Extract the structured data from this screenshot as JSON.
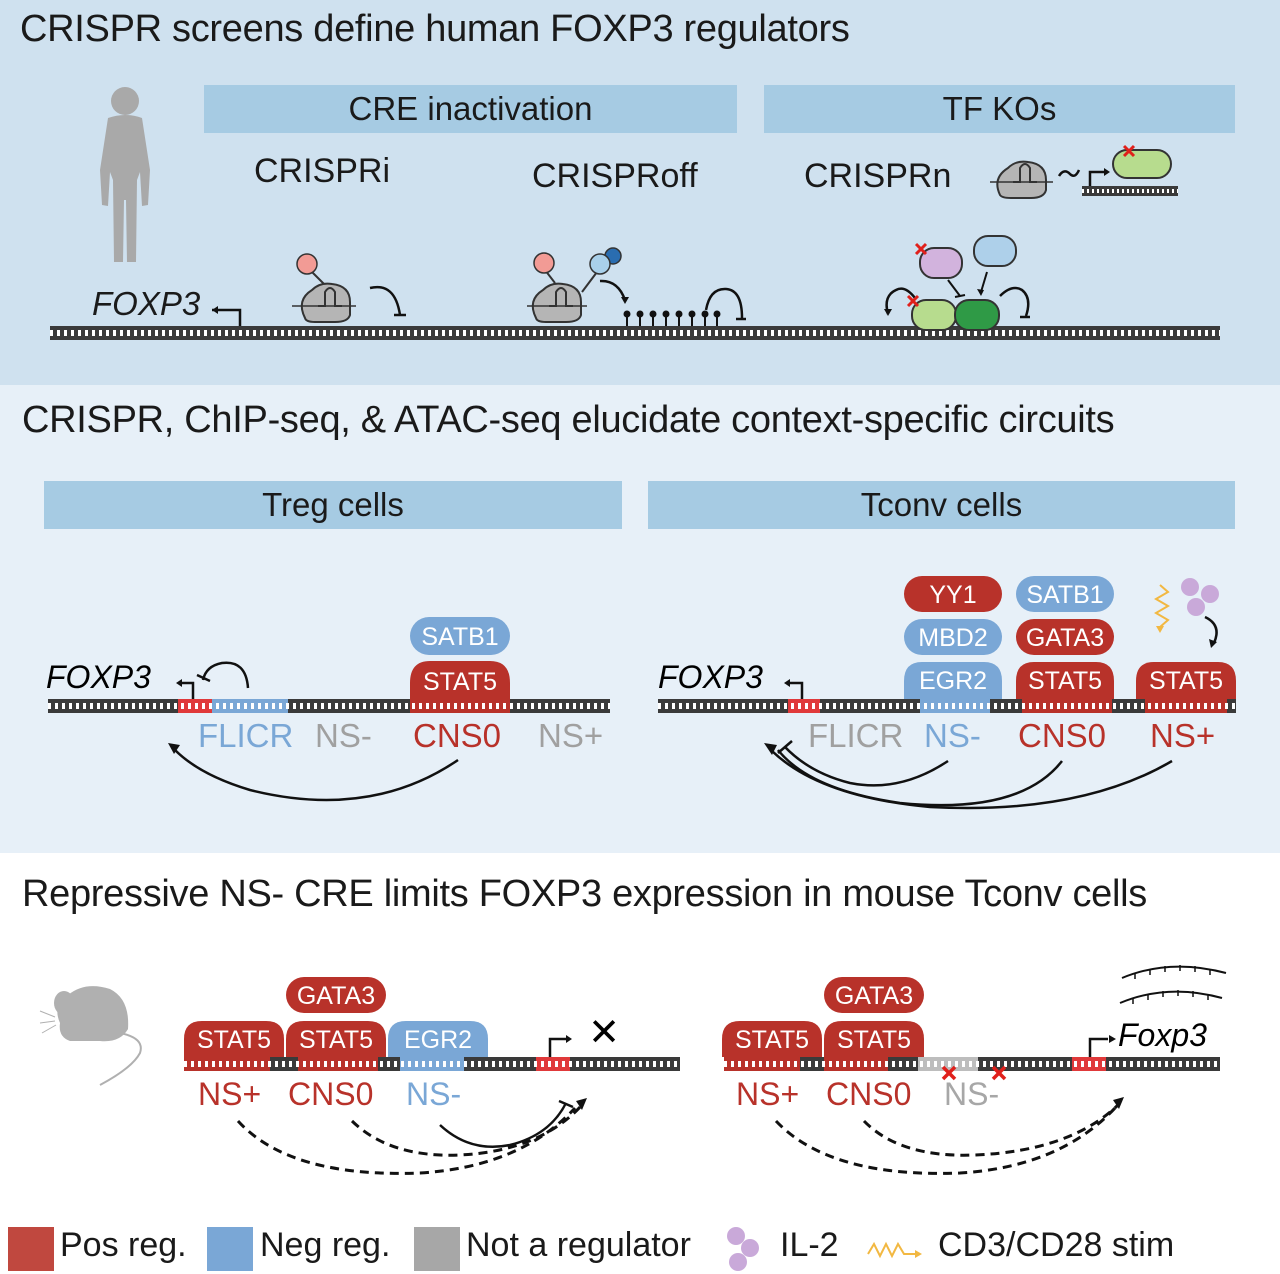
{
  "colors": {
    "positive": "#b8322a",
    "negative": "#7aa7d6",
    "neutral": "#a7a7a7",
    "il2": "#c9a9d9",
    "stim": "#f2b842",
    "band": "#a6cbe3",
    "dna": "#3a3a3a"
  },
  "section1": {
    "title": "CRISPR screens define human FOXP3 regulators",
    "bands": {
      "cre": "CRE inactivation",
      "tf": "TF KOs"
    },
    "methods": {
      "crispri": "CRISPRi",
      "crisproff": "CRISPRoff",
      "crisprn": "CRISPRn"
    },
    "gene_label": "FOXP3",
    "icons": [
      "human-silhouette-icon",
      "dcas9-icon",
      "krab-domain-icon",
      "dnmt-domain-icon",
      "cas9-icon",
      "tf-protein-icon",
      "knockout-x-icon",
      "methylation-marks-icon"
    ]
  },
  "section2": {
    "title": "CRISPR, ChIP-seq, & ATAC-seq elucidate context-specific circuits",
    "treg": {
      "band": "Treg cells",
      "gene_label": "FOXP3",
      "regions": {
        "flicr": "FLICR",
        "ns_minus": "NS-",
        "cns0": "CNS0",
        "ns_plus": "NS+"
      },
      "factors": {
        "satb1": "SATB1",
        "stat5": "STAT5"
      }
    },
    "tconv": {
      "band": "Tconv cells",
      "gene_label": "FOXP3",
      "regions": {
        "flicr": "FLICR",
        "ns_minus": "NS-",
        "cns0": "CNS0",
        "ns_plus": "NS+"
      },
      "factors": {
        "yy1": "YY1",
        "mbd2": "MBD2",
        "egr2": "EGR2",
        "satb1": "SATB1",
        "gata3": "GATA3",
        "stat5_cns0": "STAT5",
        "stat5_nsplus": "STAT5"
      }
    }
  },
  "section3": {
    "title": "Repressive NS- CRE limits FOXP3 expression in mouse Tconv cells",
    "wt": {
      "regions": {
        "ns_plus": "NS+",
        "cns0": "CNS0",
        "ns_minus": "NS-"
      },
      "factors": {
        "stat5_a": "STAT5",
        "stat5_b": "STAT5",
        "gata3": "GATA3",
        "egr2": "EGR2"
      },
      "outcome": "✕"
    },
    "ko": {
      "regions": {
        "ns_plus": "NS+",
        "cns0": "CNS0",
        "ns_minus": "NS-"
      },
      "factors": {
        "stat5_a": "STAT5",
        "stat5_b": "STAT5",
        "gata3": "GATA3"
      },
      "gene_label": "Foxp3"
    }
  },
  "legend": {
    "items": [
      {
        "label": "Pos reg.",
        "icon": "red-square-icon"
      },
      {
        "label": "Neg reg.",
        "icon": "blue-square-icon"
      },
      {
        "label": "Not a regulator",
        "icon": "gray-square-icon"
      },
      {
        "label": "IL-2",
        "icon": "il2-dots-icon"
      },
      {
        "label": "CD3/CD28 stim",
        "icon": "stim-squiggle-icon"
      }
    ]
  }
}
